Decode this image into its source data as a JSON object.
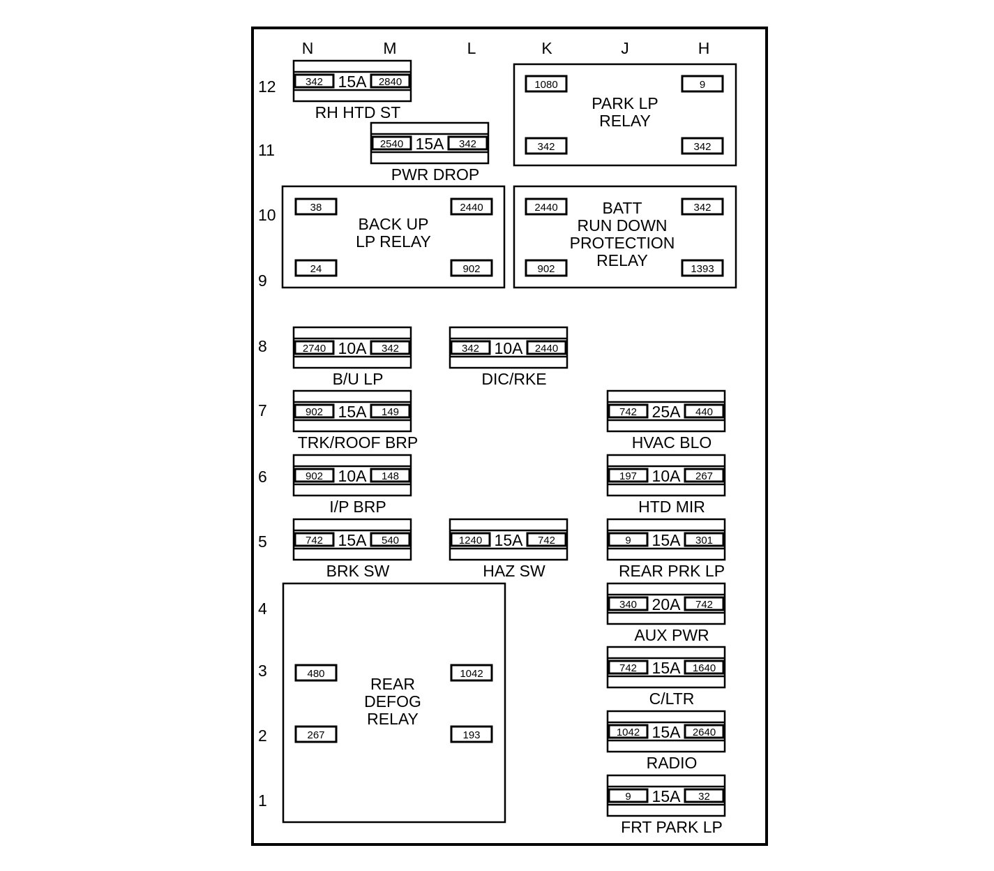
{
  "columns": [
    "N",
    "M",
    "L",
    "K",
    "J",
    "H"
  ],
  "rows": [
    "12",
    "11",
    "10",
    "9",
    "8",
    "7",
    "6",
    "5",
    "4",
    "3",
    "2",
    "1"
  ],
  "fuses": [
    {
      "id": "rh-htd-st",
      "left": "342",
      "rating": "15A",
      "right": "2840",
      "label": "RH HTD ST"
    },
    {
      "id": "pwr-drop",
      "left": "2540",
      "rating": "15A",
      "right": "342",
      "label": "PWR DROP"
    },
    {
      "id": "bu-lp",
      "left": "2740",
      "rating": "10A",
      "right": "342",
      "label": "B/U LP"
    },
    {
      "id": "dic-rke",
      "left": "342",
      "rating": "10A",
      "right": "2440",
      "label": "DIC/RKE"
    },
    {
      "id": "trk-roof-brp",
      "left": "902",
      "rating": "15A",
      "right": "149",
      "label": "TRK/ROOF BRP"
    },
    {
      "id": "hvac-blo",
      "left": "742",
      "rating": "25A",
      "right": "440",
      "label": "HVAC BLO"
    },
    {
      "id": "ip-brp",
      "left": "902",
      "rating": "10A",
      "right": "148",
      "label": "I/P BRP"
    },
    {
      "id": "htd-mir",
      "left": "197",
      "rating": "10A",
      "right": "267",
      "label": "HTD MIR"
    },
    {
      "id": "brk-sw",
      "left": "742",
      "rating": "15A",
      "right": "540",
      "label": "BRK SW"
    },
    {
      "id": "haz-sw",
      "left": "1240",
      "rating": "15A",
      "right": "742",
      "label": "HAZ SW"
    },
    {
      "id": "rear-prk-lp",
      "left": "9",
      "rating": "15A",
      "right": "301",
      "label": "REAR PRK LP"
    },
    {
      "id": "aux-pwr",
      "left": "340",
      "rating": "20A",
      "right": "742",
      "label": "AUX PWR"
    },
    {
      "id": "c-ltr",
      "left": "742",
      "rating": "15A",
      "right": "1640",
      "label": "C/LTR"
    },
    {
      "id": "radio",
      "left": "1042",
      "rating": "15A",
      "right": "2640",
      "label": "RADIO"
    },
    {
      "id": "frt-park-lp",
      "left": "9",
      "rating": "15A",
      "right": "32",
      "label": "FRT PARK LP"
    }
  ],
  "relays": [
    {
      "id": "park-lp-relay",
      "label_lines": [
        "PARK LP",
        "RELAY"
      ],
      "terminals": [
        "1080",
        "9",
        "342",
        "342"
      ]
    },
    {
      "id": "back-up-lp-relay",
      "label_lines": [
        "BACK UP",
        "LP RELAY"
      ],
      "terminals": [
        "38",
        "2440",
        "24",
        "902"
      ]
    },
    {
      "id": "batt-run-down-protection-relay",
      "label_lines": [
        "BATT",
        "RUN DOWN",
        "PROTECTION",
        "RELAY"
      ],
      "terminals": [
        "2440",
        "342",
        "902",
        "1393"
      ]
    },
    {
      "id": "rear-defog-relay",
      "label_lines": [
        "REAR",
        "DEFOG",
        "RELAY"
      ],
      "terminals": [
        "480",
        "1042",
        "267",
        "193"
      ]
    }
  ]
}
